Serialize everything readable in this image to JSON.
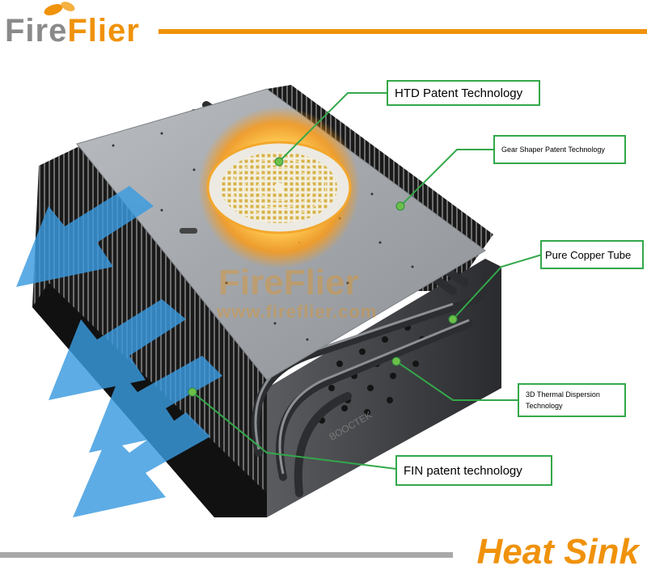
{
  "brand": {
    "part1": "Fire",
    "part2": "Flier"
  },
  "footer": {
    "title": "Heat Sink"
  },
  "watermark": {
    "name": "FireFlier",
    "url": "www.fireflier.com"
  },
  "device_marking": "BOOCTEK",
  "callouts": [
    {
      "text": "HTD Patent Technology"
    },
    {
      "text": "Gear Shaper Patent Technology"
    },
    {
      "text": "Pure Copper Tube"
    },
    {
      "line1": "3D Thermal Dispersion",
      "line2": "Technology"
    },
    {
      "text": "FIN patent technology"
    }
  ],
  "colors": {
    "brand_orange": "#f0920a",
    "brand_gray": "#8a8a8a",
    "callout_green": "#33a84a",
    "airflow_blue": "#3a9be0"
  }
}
